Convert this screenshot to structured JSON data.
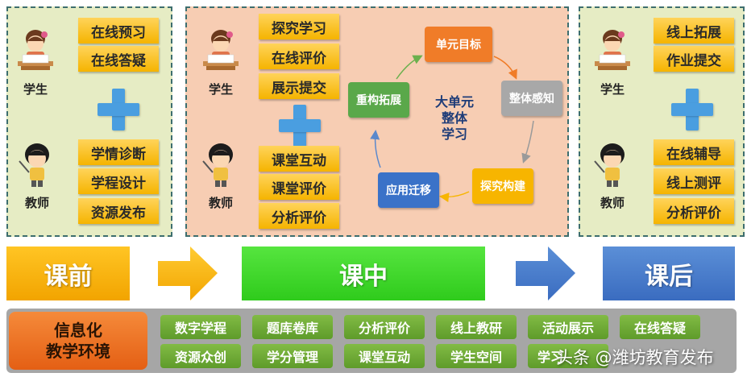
{
  "pre_class": {
    "student_label": "学生",
    "teacher_label": "教师",
    "student_tasks": [
      "在线预习",
      "在线答疑"
    ],
    "teacher_tasks": [
      "学情诊断",
      "学程设计",
      "资源发布"
    ]
  },
  "in_class": {
    "student_label": "学生",
    "teacher_label": "教师",
    "student_tasks": [
      "探究学习",
      "在线评价",
      "展示提交"
    ],
    "teacher_tasks": [
      "课堂互动",
      "课堂评价",
      "分析评价"
    ],
    "cycle": {
      "center": [
        "大单元",
        "整体",
        "学习"
      ],
      "steps": {
        "unit_goal": "单元目标",
        "perception": "整体感知",
        "construct": "探究构建",
        "apply": "应用迁移",
        "rebuild": "重构拓展"
      }
    }
  },
  "post_class": {
    "student_label": "学生",
    "teacher_label": "教师",
    "student_tasks": [
      "线上拓展",
      "作业提交"
    ],
    "teacher_tasks": [
      "在线辅导",
      "线上测评",
      "分析评价"
    ]
  },
  "stages": {
    "pre": "课前",
    "mid": "课中",
    "post": "课后"
  },
  "environment": {
    "title": [
      "信息化",
      "教学环境"
    ],
    "row1": [
      "数字学程",
      "题库卷库",
      "分析评价",
      "线上教研",
      "活动展示",
      "在线答疑"
    ],
    "row2": [
      "资源众创",
      "学分管理",
      "课堂互动",
      "学生空间",
      "学习"
    ]
  },
  "watermark": "头条 @潍坊教育发布",
  "colors": {
    "task_yellow": "#f5b400",
    "plus_blue": "#4a9ee0",
    "pre_panel": "#e6ecc4",
    "mid_panel": "#f7cdb3",
    "env_green": "#6aa733"
  }
}
